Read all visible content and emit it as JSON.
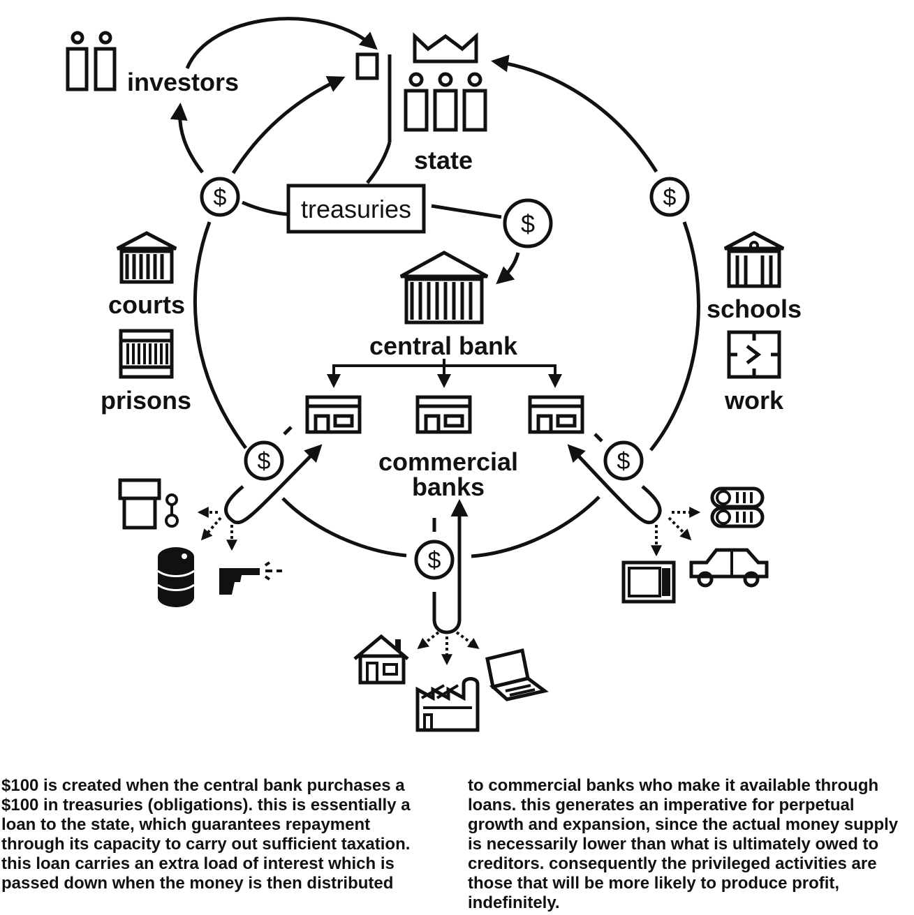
{
  "labels": {
    "investors": "investors",
    "state": "state",
    "treasuries": "treasuries",
    "central_bank": "central bank",
    "courts": "courts",
    "prisons": "prisons",
    "schools": "schools",
    "work": "work",
    "commercial_banks_line1": "commercial",
    "commercial_banks_line2": "banks",
    "dollar": "$"
  },
  "caption": {
    "left": "$100 is created when the central bank purchases a $100 in treasuries (obligations). this is essentially a loan to the state, which guarantees repayment through its capacity to carry out sufficient taxation. this loan carries an extra load of interest which is passed down when the money is then distributed",
    "right": "to commercial banks who make it available through loans. this generates an imperative for perpetual growth and expansion, since the actual money supply is necessarily lower than what is ultimately owed to creditors. consequently the privileged activities are those that will be more likely to produce profit, indefinitely."
  },
  "icons": {
    "investors": "two-people-icon",
    "state": "crown-flag-people-icon",
    "central_bank": "bank-building-icon",
    "courts": "courthouse-icon",
    "prisons": "prison-bars-icon",
    "schools": "school-building-icon",
    "work": "clock-icon",
    "commercial_banks": "storefront-icon",
    "loan_targets": [
      "shop-icon",
      "padlock-icon",
      "oil-barrels-icon",
      "pistol-icon",
      "money-bundles-icon",
      "television-icon",
      "car-icon",
      "house-icon",
      "factory-icon",
      "laptop-icon"
    ]
  },
  "colors": {
    "ink": "#111111",
    "background": "#ffffff"
  }
}
